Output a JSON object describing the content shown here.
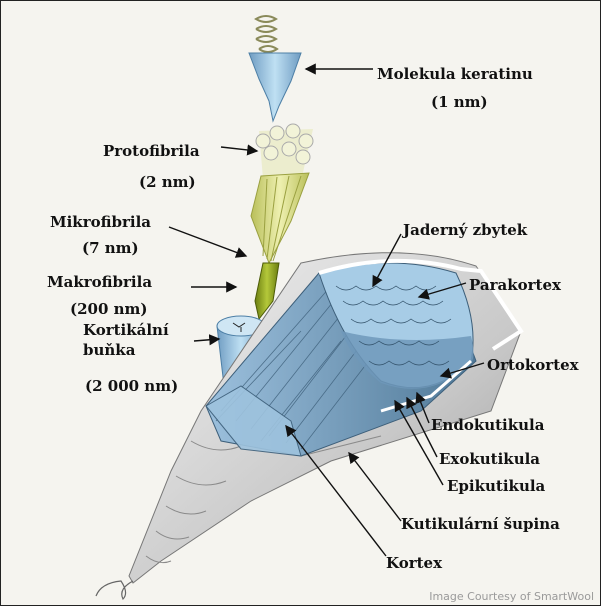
{
  "labels": {
    "molekula_keratinu": "Molekula keratinu",
    "molekula_size": "(1 nm)",
    "protofibrila": "Protofibrila",
    "protofibrila_size": "(2 nm)",
    "mikrofibrila": "Mikrofibrila",
    "mikrofibrila_size": "(7 nm)",
    "makrofibrila": "Makrofibrila",
    "makrofibrila_size": "(200 nm)",
    "kortikalni_1": "Kortikální",
    "kortikalni_2": "buňka",
    "kortikalni_size": "(2 000 nm)",
    "jaderny": "Jaderný zbytek",
    "parakortex": "Parakortex",
    "ortokortex": "Ortokortex",
    "endokutikula": "Endokutikula",
    "exokutikula": "Exokutikula",
    "epikutikula": "Epikutikula",
    "kutikularni": "Kutikulární šupina",
    "kortex": "Kortex"
  },
  "credit": "Image Courtesy of SmartWool",
  "colors": {
    "background": "#f5f4ef",
    "keratin_blue": "#9ec3de",
    "protofibril_yellow": "#dfe39a",
    "makrofibril_green": "#8fa41e",
    "cortex_blue": "#8fb2cf",
    "cuticle_grey": "#c8c8c8"
  }
}
